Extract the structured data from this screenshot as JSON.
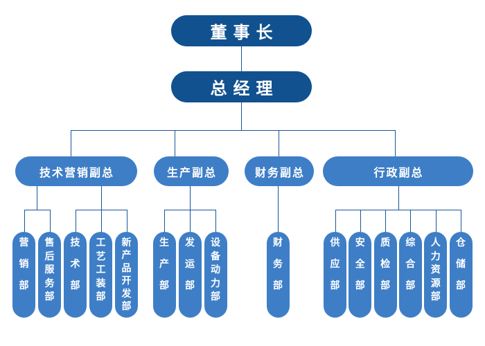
{
  "org": {
    "chairman": {
      "label": "董事长"
    },
    "general_manager": {
      "label": "总经理"
    },
    "vps": [
      {
        "label": "技术营销副总",
        "departments": [
          "营销部",
          "售后服务部",
          "技术部",
          "工艺工装部",
          "新产品开发部"
        ]
      },
      {
        "label": "生产副总",
        "departments": [
          "生产部",
          "发运部",
          "设备动力部"
        ]
      },
      {
        "label": "财务副总",
        "departments": [
          "财务部"
        ]
      },
      {
        "label": "行政副总",
        "departments": [
          "供应部",
          "安全部",
          "质检部",
          "综合部",
          "人力资源部",
          "仓储部"
        ]
      }
    ]
  },
  "colors": {
    "top_node_fill": "#11518F",
    "branch_node_fill": "#3E7EC6",
    "connector": "#17549A",
    "text": "#FFFFFF",
    "background": "#FFFFFF"
  }
}
